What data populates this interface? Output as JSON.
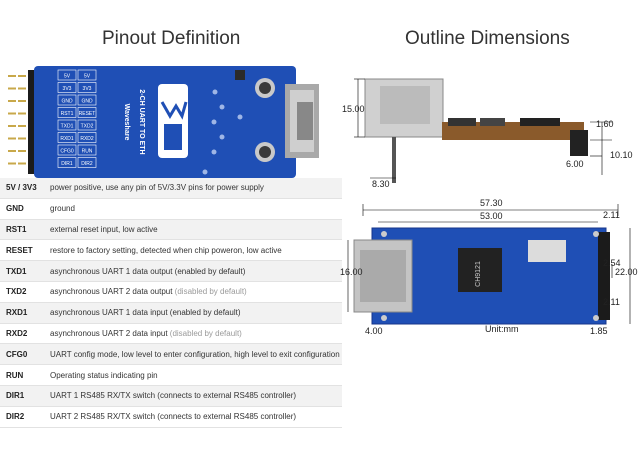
{
  "headings": {
    "pinout": "Pinout Definition",
    "outline": "Outline Dimensions"
  },
  "board": {
    "silk_title": "2-CH UART TO ETH",
    "silk_brand": "Waveshare",
    "header_labels": [
      [
        "5V",
        "5V"
      ],
      [
        "3V3",
        "3V3"
      ],
      [
        "GND",
        "GND"
      ],
      [
        "RST1",
        "RESET"
      ],
      [
        "TXD1",
        "TXD2"
      ],
      [
        "RXD1",
        "RXD2"
      ],
      [
        "CFG0",
        "RUN"
      ],
      [
        "DIR1",
        "DIR2"
      ]
    ]
  },
  "pins": [
    {
      "name": "5V / 3V3",
      "desc": "power positive, use any pin of 5V/3.3V pins for power supply",
      "note": ""
    },
    {
      "name": "GND",
      "desc": "ground",
      "note": ""
    },
    {
      "name": "RST1",
      "desc": "external reset input, low active",
      "note": ""
    },
    {
      "name": "RESET",
      "desc": "restore to factory setting, detected when chip poweron, low active",
      "note": ""
    },
    {
      "name": "TXD1",
      "desc": "asynchronous UART 1 data output (enabled by default)",
      "note": ""
    },
    {
      "name": "TXD2",
      "desc": "asynchronous UART 2 data output ",
      "note": "(disabled by default)"
    },
    {
      "name": "RXD1",
      "desc": "asynchronous UART 1 data input (enabled by default)",
      "note": ""
    },
    {
      "name": "RXD2",
      "desc": "asynchronous UART 2 data input ",
      "note": "(disabled by default)"
    },
    {
      "name": "CFG0",
      "desc": "UART config mode, low level to enter configuration, high level to exit configuration",
      "note": ""
    },
    {
      "name": "RUN",
      "desc": "Operating status indicating pin",
      "note": ""
    },
    {
      "name": "DIR1",
      "desc": "UART 1 RS485 RX/TX switch (connects to external RS485 controller)",
      "note": ""
    },
    {
      "name": "DIR2",
      "desc": "UART 2 RS485 RX/TX switch (connects to external RS485 controller)",
      "note": ""
    }
  ],
  "dimensions": {
    "side_height": "15.00",
    "side_pcb_thickness": "1.60",
    "side_total": "10.10",
    "side_pin": "6.00",
    "side_offset": "8.30",
    "top_length": "57.30",
    "top_inner_length": "53.00",
    "top_right_margin": "2.11",
    "top_height": "16.00",
    "top_width": "22.00",
    "top_pin_pitch": "2.54",
    "top_hole_offset": "2.11",
    "top_bottom_left": "4.00",
    "top_bottom_right": "1.85",
    "chip_label": "CH9121",
    "unit": "Unit:mm"
  },
  "colors": {
    "pcb_blue": "#1f4fb5",
    "pcb_dark": "#17358a",
    "silk": "#ffffff",
    "header_black": "#1b1b1b"
  }
}
